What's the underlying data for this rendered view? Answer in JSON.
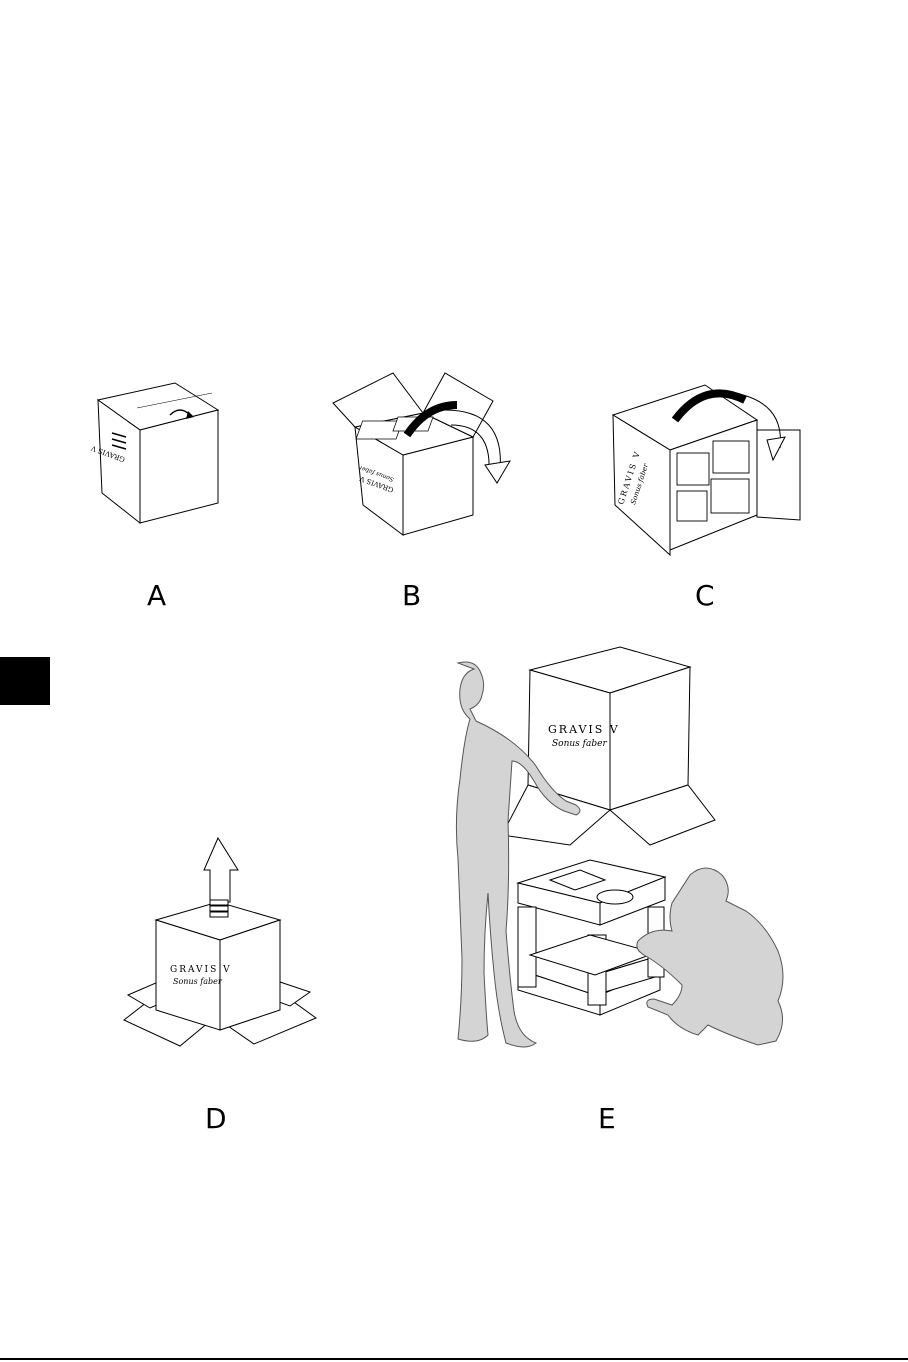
{
  "labels": {
    "a": "A",
    "b": "B",
    "c": "C",
    "d": "D",
    "e": "E"
  },
  "box_branding": {
    "brand": "GRAVIS V",
    "tagline": "Sonus faber"
  },
  "colors": {
    "ink": "#000000",
    "silhouette": "#d4d4d4",
    "tab": "#000000"
  }
}
